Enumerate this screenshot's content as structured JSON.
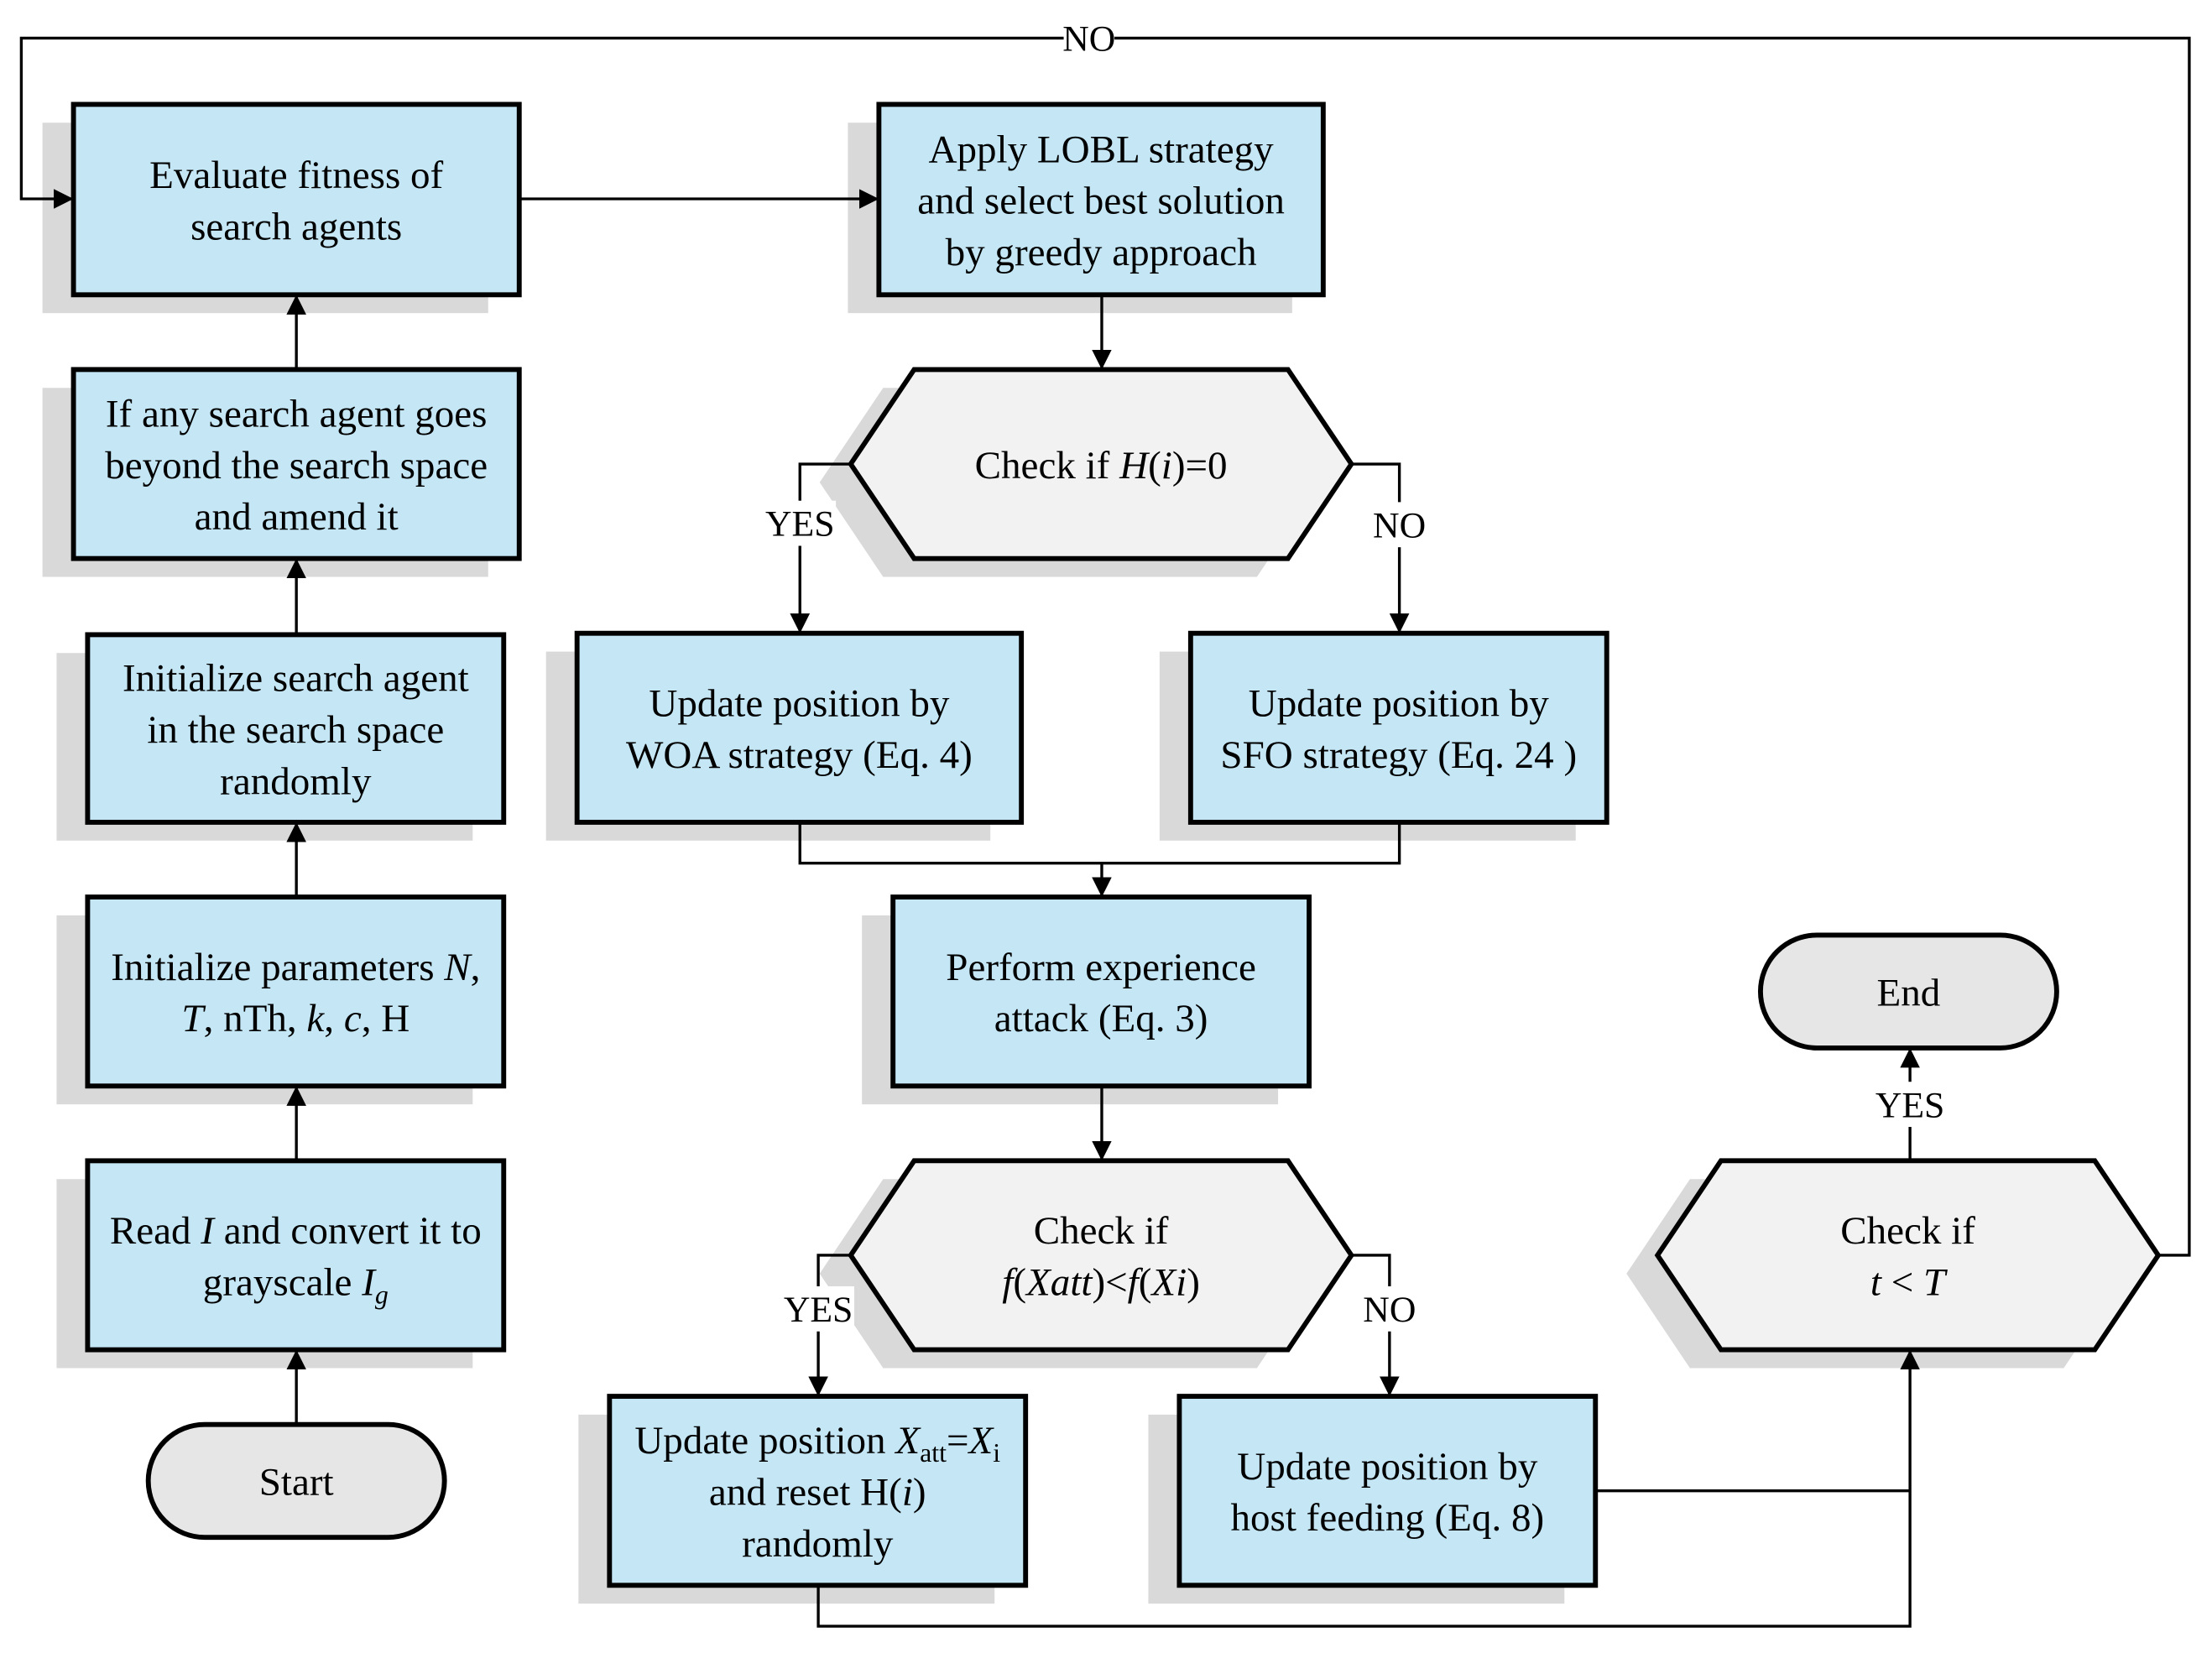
{
  "colors": {
    "process": "#c5e7f5",
    "decision": "#f2f2f2",
    "terminal": "#e6e6e6",
    "shadow": "#d9d9d9"
  },
  "nodes": {
    "start": {
      "lines": [
        [
          {
            "t": "Start"
          }
        ]
      ]
    },
    "read": {
      "lines": [
        [
          {
            "t": "Read "
          },
          {
            "t": "I",
            "i": true
          },
          {
            "t": " and convert it to"
          }
        ],
        [
          {
            "t": "grayscale "
          },
          {
            "t": "I",
            "i": true
          },
          {
            "t": "g",
            "i": true,
            "sub": true
          }
        ]
      ]
    },
    "init_params": {
      "lines": [
        [
          {
            "t": "Initialize parameters "
          },
          {
            "t": "N",
            "i": true
          },
          {
            "t": ","
          }
        ],
        [
          {
            "t": "T",
            "i": true
          },
          {
            "t": ", nTh, "
          },
          {
            "t": "k",
            "i": true
          },
          {
            "t": ", "
          },
          {
            "t": "c",
            "i": true
          },
          {
            "t": ", H"
          }
        ]
      ]
    },
    "init_agent": {
      "lines": [
        [
          {
            "t": "Initialize search agent"
          }
        ],
        [
          {
            "t": "in the search space"
          }
        ],
        [
          {
            "t": "randomly"
          }
        ]
      ]
    },
    "amend": {
      "lines": [
        [
          {
            "t": "If any search agent goes"
          }
        ],
        [
          {
            "t": "beyond the search space"
          }
        ],
        [
          {
            "t": "and amend it"
          }
        ]
      ]
    },
    "evaluate": {
      "lines": [
        [
          {
            "t": "Evaluate fitness of"
          }
        ],
        [
          {
            "t": "search agents"
          }
        ]
      ]
    },
    "lobl": {
      "lines": [
        [
          {
            "t": "Apply LOBL strategy"
          }
        ],
        [
          {
            "t": "and select best solution"
          }
        ],
        [
          {
            "t": "by greedy approach"
          }
        ]
      ]
    },
    "check_h": {
      "lines": [
        [
          {
            "t": "Check if  "
          },
          {
            "t": "H",
            "i": true
          },
          {
            "t": "("
          },
          {
            "t": "i",
            "i": true
          },
          {
            "t": ")=0"
          }
        ]
      ]
    },
    "woa": {
      "lines": [
        [
          {
            "t": "Update position by"
          }
        ],
        [
          {
            "t": "WOA strategy (Eq. 4)"
          }
        ]
      ]
    },
    "sfo": {
      "lines": [
        [
          {
            "t": "Update position by"
          }
        ],
        [
          {
            "t": "SFO strategy (Eq. 24 )"
          }
        ]
      ]
    },
    "attack": {
      "lines": [
        [
          {
            "t": "Perform experience"
          }
        ],
        [
          {
            "t": "attack (Eq. 3)"
          }
        ]
      ]
    },
    "check_f": {
      "lines": [
        [
          {
            "t": "Check if"
          }
        ],
        [
          {
            "t": "f",
            "i": true
          },
          {
            "t": "("
          },
          {
            "t": "Xatt",
            "i": true
          },
          {
            "t": ")<"
          },
          {
            "t": "f",
            "i": true
          },
          {
            "t": "("
          },
          {
            "t": "Xi",
            "i": true
          },
          {
            "t": ")"
          }
        ]
      ]
    },
    "reset": {
      "lines": [
        [
          {
            "t": "Update position "
          },
          {
            "t": "X",
            "i": true
          },
          {
            "t": "att",
            "sub": true
          },
          {
            "t": "="
          },
          {
            "t": "X",
            "i": true
          },
          {
            "t": "i",
            "sub": true
          }
        ],
        [
          {
            "t": "and reset H("
          },
          {
            "t": "i",
            "i": true
          },
          {
            "t": ")"
          }
        ],
        [
          {
            "t": "randomly"
          }
        ]
      ]
    },
    "host": {
      "lines": [
        [
          {
            "t": "Update position by"
          }
        ],
        [
          {
            "t": "host feeding (Eq. 8)"
          }
        ]
      ]
    },
    "check_t": {
      "lines": [
        [
          {
            "t": "Check if"
          }
        ],
        [
          {
            "t": "t",
            "i": true
          },
          {
            "t": " < "
          },
          {
            "t": "T",
            "i": true
          }
        ]
      ]
    },
    "end": {
      "lines": [
        [
          {
            "t": "End"
          }
        ]
      ]
    }
  },
  "edge_labels": {
    "loop_no": "NO",
    "h_yes": "YES",
    "h_no": "NO",
    "f_yes": "YES",
    "f_no": "NO",
    "t_yes": "YES"
  }
}
